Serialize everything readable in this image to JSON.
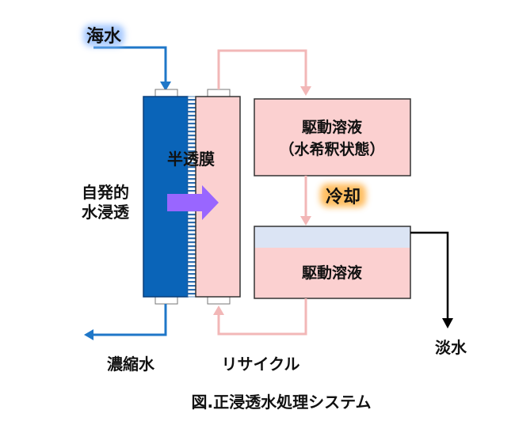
{
  "labels": {
    "seawater": "海水",
    "membrane": "半透膜",
    "spontaneous": [
      "自発的",
      "水浸透"
    ],
    "draw_solution_top": "駆動溶液",
    "draw_solution_state": "（水希釈状態）",
    "cooling": "冷却",
    "draw_solution_bottom": "駆動溶液",
    "concentrated_water": "濃縮水",
    "recycle": "リサイクル",
    "fresh_water": "淡水",
    "caption": "図.正浸透水処理システム"
  },
  "colors": {
    "seawater_chamber": "#0a64b8",
    "seawater_line": "#1f77c8",
    "draw_chamber": "#fbd0d0",
    "recycle_line": "#f2b7b7",
    "flow_arrow": "#9966ff",
    "fresh_layer": "#dbe4f4",
    "fresh_line": "#000000",
    "cooling_glow": "#ffb347",
    "seawater_glow": "#9fc4ff"
  }
}
